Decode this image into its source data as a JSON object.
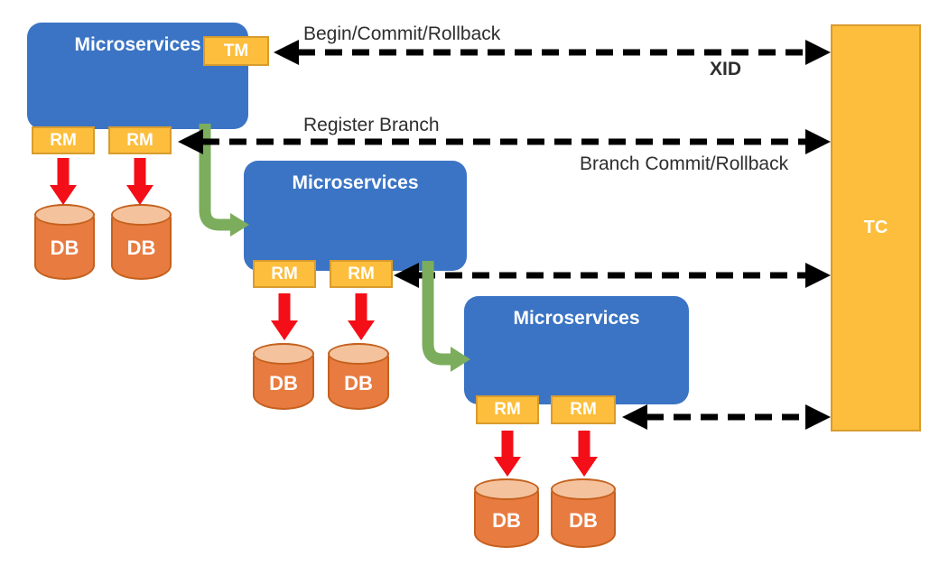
{
  "diagram": {
    "tc_label": "TC",
    "tm_label": "TM",
    "labels": {
      "begin": "Begin/Commit/Rollback",
      "xid": "XID",
      "register": "Register Branch",
      "branch": "Branch Commit/Rollback"
    },
    "groups": [
      {
        "label": "Microservices",
        "rm": [
          "RM",
          "RM"
        ],
        "db": [
          "DB",
          "DB"
        ]
      },
      {
        "label": "Microservices",
        "rm": [
          "RM",
          "RM"
        ],
        "db": [
          "DB",
          "DB"
        ]
      },
      {
        "label": "Microservices",
        "rm": [
          "RM",
          "RM"
        ],
        "db": [
          "DB",
          "DB"
        ]
      }
    ],
    "colors": {
      "microservice_blue": "#3B74C4",
      "badge_yellow": "#FCBE3C",
      "badge_border": "#D89C2E",
      "db_orange": "#E87B40",
      "db_top_orange": "#F4C39E",
      "db_border": "#C5611E",
      "green_arrow": "#7CAD5C",
      "red_arrow": "#F40E17",
      "dashed_black": "#000000"
    }
  }
}
